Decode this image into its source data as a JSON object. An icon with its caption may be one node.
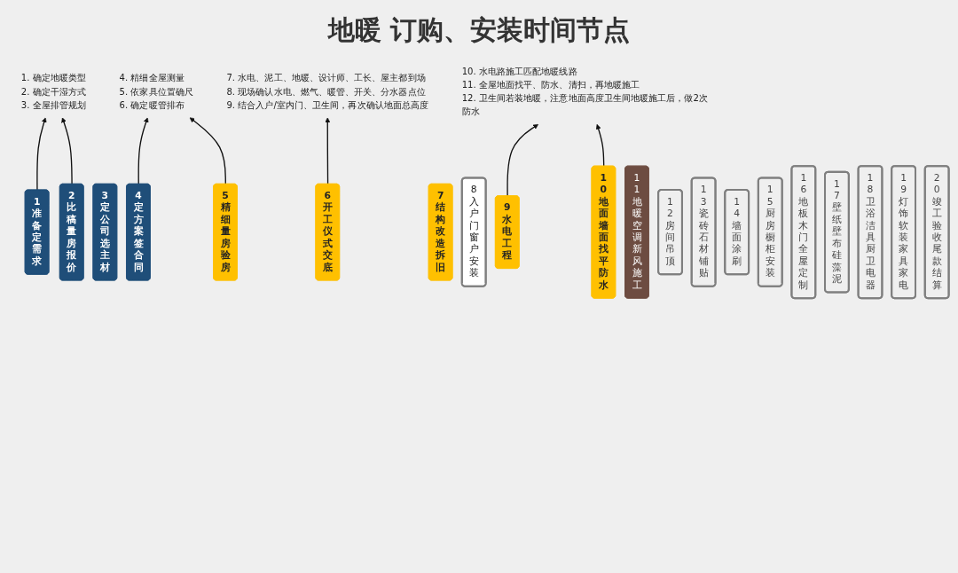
{
  "diagram": {
    "title": "地暖 订购、安装时间节点",
    "nodes": [
      {
        "text": [
          "1. 确定地暖类型",
          "2. 确定干湿方式",
          "3. 全屋排管规划"
        ]
      },
      {
        "text": [
          "4. 精细全屋测量",
          "5. 依家具位置确尺",
          "6. 确定暖管排布"
        ]
      },
      {
        "text": [
          "7. 水电、泥工、地暖、设计师、工长、屋主都到场",
          "8. 现场确认水电、燃气、暖管、开关、分水器点位",
          "9. 结合入户/室内门、卫生间，再次确认地面总高度"
        ]
      },
      {
        "text": [
          "10. 水电路施工匹配地暖线路",
          "11. 全屋地面找平、防水、清扫，再地暖施工",
          "12. 卫生间若装地暖，注意地面高度卫生间地暖施工后，做2次防水"
        ]
      },
      {
        "text": [
          "1",
          "准备",
          "定需求"
        ]
      },
      {
        "text": [
          "2",
          "比稿",
          "量房报价"
        ]
      },
      {
        "text": [
          "3",
          "定公司",
          "选主材"
        ]
      },
      {
        "text": [
          "4",
          "定方案",
          "签合同"
        ]
      },
      {
        "text": [
          "5",
          "精细量房验房"
        ]
      },
      {
        "text": [
          "6",
          "开工仪式",
          "交底"
        ]
      },
      {
        "text": [
          "7",
          "结构改造",
          "拆旧"
        ]
      },
      {
        "text": [
          "8",
          "入户门",
          "窗户安装"
        ]
      },
      {
        "text": [
          "9",
          "水电工程"
        ]
      },
      {
        "text": [
          "10",
          "地面墙面",
          "找平",
          "防水"
        ]
      },
      {
        "text": [
          "11",
          "地暖",
          "空调新风",
          "施工"
        ]
      },
      {
        "text": [
          "12",
          "房间",
          "吊顶"
        ]
      },
      {
        "text": [
          "13",
          "瓷砖",
          "石材",
          "铺贴"
        ]
      },
      {
        "text": [
          "14",
          "墙面",
          "涂刷"
        ]
      },
      {
        "text": [
          "15",
          "厨房",
          "橱柜安装"
        ]
      },
      {
        "text": [
          "16",
          "地板",
          "木门",
          "全屋定制"
        ]
      },
      {
        "text": [
          "17",
          "壁纸",
          "壁布",
          "硅藻泥"
        ]
      },
      {
        "text": [
          "18",
          "卫浴洁具",
          "厨卫电器"
        ]
      },
      {
        "text": [
          "19",
          "灯饰软装",
          "家具家电"
        ]
      },
      {
        "text": [
          "20",
          "竣工验收",
          "尾款结算"
        ]
      }
    ],
    "edges": [
      {
        "from": 4,
        "to": 0,
        "arrow": "to"
      },
      {
        "from": 5,
        "to": 0,
        "arrow": "to"
      },
      {
        "from": 7,
        "to": 1,
        "arrow": "to"
      },
      {
        "from": 8,
        "to": 1,
        "arrow": "to"
      },
      {
        "from": 9,
        "to": 2,
        "arrow": "to"
      },
      {
        "from": 12,
        "to": 3,
        "arrow": "to"
      },
      {
        "from": 13,
        "to": 3,
        "arrow": "to"
      }
    ]
  }
}
